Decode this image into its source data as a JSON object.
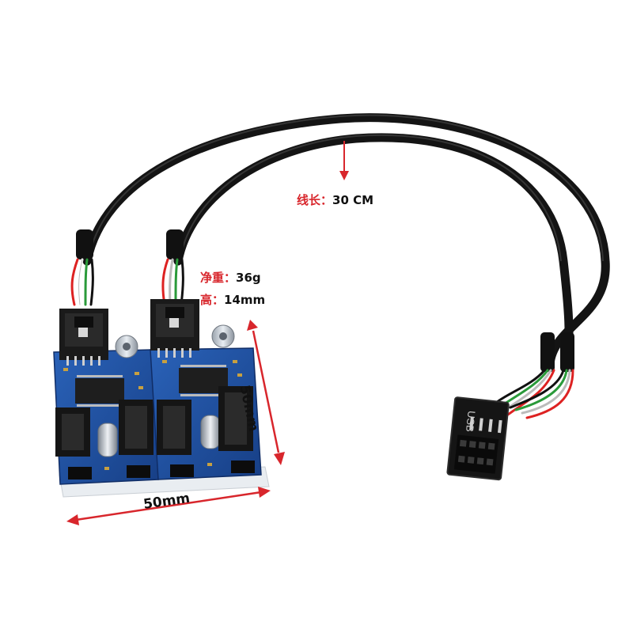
{
  "annotations": {
    "cable_length": {
      "label": "线长：",
      "value": "30 CM"
    },
    "net_weight": {
      "label": "净重：",
      "value": "36g"
    },
    "height": {
      "label": "高：",
      "value": "14mm"
    },
    "width_dimension": "50mm",
    "depth_dimension": "50mm",
    "connector_marking": "USB"
  },
  "colors": {
    "accent_red": "#d8262c",
    "pcb_blue": "#1f4f9e",
    "cable_black": "#141414"
  }
}
